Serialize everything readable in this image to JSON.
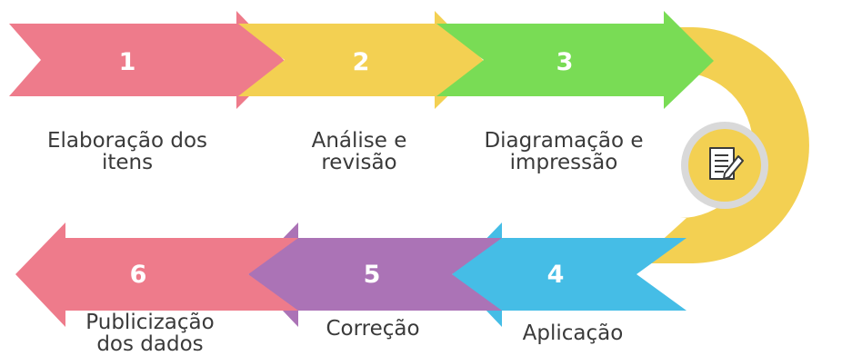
{
  "colors": {
    "step1": "#EE7B8B",
    "step2": "#F3D052",
    "step3": "#79DC55",
    "step4": "#45BDE6",
    "step5": "#AB73B6",
    "step6": "#EE7B8B",
    "connector": "#F3D052",
    "badge_ring": "#D9D9D9",
    "badge_fill": "#F3D052",
    "number_text": "#FFFFFF",
    "label_text": "#3A3A3A"
  },
  "steps": [
    {
      "number": "1",
      "label_line1": "Elaboração dos",
      "label_line2": "itens"
    },
    {
      "number": "2",
      "label_line1": "Análise e",
      "label_line2": "revisão"
    },
    {
      "number": "3",
      "label_line1": "Diagramação e",
      "label_line2": "impressão"
    },
    {
      "number": "4",
      "label_line1": "Aplicação",
      "label_line2": ""
    },
    {
      "number": "5",
      "label_line1": "Correção",
      "label_line2": ""
    },
    {
      "number": "6",
      "label_line1": "Publicização",
      "label_line2": "dos dados"
    }
  ],
  "badge": {
    "icon": "document-pen-icon"
  }
}
